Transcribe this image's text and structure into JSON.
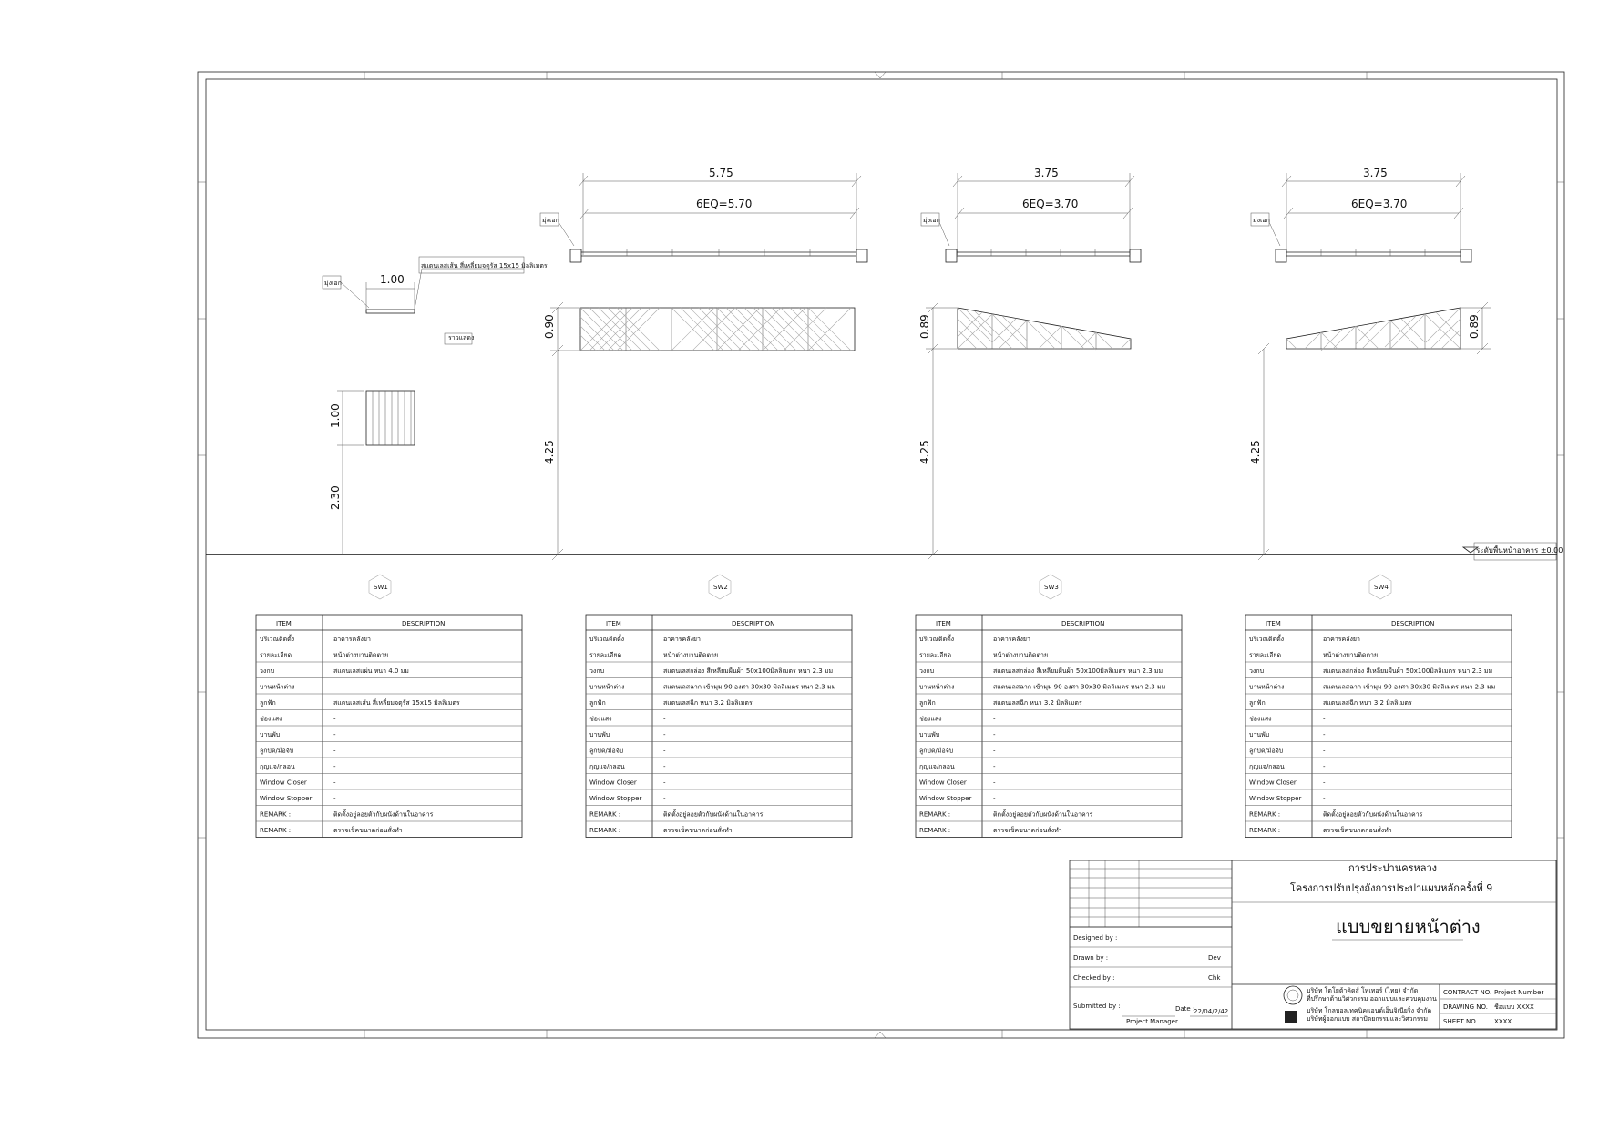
{
  "elevations": [
    {
      "tag": "SW1",
      "label_corner": "มุ่งเอก",
      "width_dim": "1.00",
      "callout": "สแตนเลสเส้น สี่เหลี่ยมจตุรัส 15x15 มิลลิเมตร",
      "side_label": "ราวแสดง",
      "height_dim": "1.00",
      "base_dim": "2.30"
    },
    {
      "tag": "SW2",
      "label_corner": "มุ่งเอก",
      "overall_dim": "5.75",
      "eq_dim": "6EQ=5.70",
      "height_dim": "0.90",
      "base_dim": "4.25"
    },
    {
      "tag": "SW3",
      "label_corner": "มุ่งเอก",
      "overall_dim": "3.75",
      "eq_dim": "6EQ=3.70",
      "height_dim": "0.89",
      "base_dim": "4.25"
    },
    {
      "tag": "SW4",
      "label_corner": "มุ่งเอก",
      "overall_dim": "3.75",
      "eq_dim": "6EQ=3.70",
      "height_dim": "0.89",
      "base_dim": "4.25"
    }
  ],
  "floor_level": "ระดับพื้นหน้าอาคาร ±0.00",
  "schedule_header": {
    "item": "ITEM",
    "description": "DESCRIPTION"
  },
  "schedule_items": [
    "บริเวณติดตั้ง",
    "รายละเอียด",
    "วงกบ",
    "บานหน้าต่าง",
    "ลูกฟัก",
    "ช่องแสง",
    "บานพับ",
    "ลูกบิด/มือจับ",
    "กุญแจ/กลอน",
    "Window Closer",
    "Window Stopper",
    "REMARK :",
    "REMARK :"
  ],
  "schedules": [
    {
      "values": [
        "อาคารคลังยา",
        "หน้าต่างบานติดตาย",
        "สแตนเลสแผ่น หนา 4.0 มม",
        "-",
        "สแตนเลสเส้น สี่เหลี่ยมจตุรัส 15x15 มิลลิเมตร",
        "-",
        "-",
        "-",
        "-",
        "-",
        "-",
        "ติดตั้งอยู่ลอยตัวกับผนังด้านในอาคาร",
        "ตรวจเช็คขนาดก่อนสั่งทำ"
      ]
    },
    {
      "values": [
        "อาคารคลังยา",
        "หน้าต่างบานติดตาย",
        "สแตนเลสกล่อง สี่เหลี่ยมผืนผ้า 50x100มิลลิเมตร หนา 2.3 มม",
        "สแตนเลสฉาก เข้ามุม 90 องศา 30x30 มิลลิเมตร หนา 2.3 มม",
        "สแตนเลสฉีก หนา 3.2 มิลลิเมตร",
        "-",
        "-",
        "-",
        "-",
        "-",
        "-",
        "ติดตั้งอยู่ลอยตัวกับผนังด้านในอาคาร",
        "ตรวจเช็คขนาดก่อนสั่งทำ"
      ]
    },
    {
      "values": [
        "อาคารคลังยา",
        "หน้าต่างบานติดตาย",
        "สแตนเลสกล่อง สี่เหลี่ยมผืนผ้า 50x100มิลลิเมตร หนา 2.3 มม",
        "สแตนเลสฉาก เข้ามุม 90 องศา 30x30 มิลลิเมตร หนา 2.3 มม",
        "สแตนเลสฉีก หนา 3.2 มิลลิเมตร",
        "-",
        "-",
        "-",
        "-",
        "-",
        "-",
        "ติดตั้งอยู่ลอยตัวกับผนังด้านในอาคาร",
        "ตรวจเช็คขนาดก่อนสั่งทำ"
      ]
    },
    {
      "values": [
        "อาคารคลังยา",
        "หน้าต่างบานติดตาย",
        "สแตนเลสกล่อง สี่เหลี่ยมผืนผ้า 50x100มิลลิเมตร หนา 2.3 มม",
        "สแตนเลสฉาก เข้ามุม 90 องศา 30x30 มิลลิเมตร หนา 2.3 มม",
        "สแตนเลสฉีก หนา 3.2 มิลลิเมตร",
        "-",
        "-",
        "-",
        "-",
        "-",
        "-",
        "ติดตั้งอยู่ลอยตัวกับผนังด้านในอาคาร",
        "ตรวจเช็คขนาดก่อนสั่งทำ"
      ]
    }
  ],
  "title_block": {
    "client": "การประปานครหลวง",
    "project": "โครงการปรับปรุงถังการประปาแผนหลักครั้งที่ 9",
    "drawing_title": "แบบขยายหน้าต่าง",
    "designed_by_label": "Designed by :",
    "drawn_by_label": "Drawn by :",
    "drawn_by_value": "Dev",
    "checked_by_label": "Checked by :",
    "checked_by_value": "Chk",
    "submitted_by_label": "Submitted by :",
    "date_label": "Date :",
    "date_value": "22/04/2/42",
    "project_manager_label": "Project Manager",
    "company_line_1": "บริษัท โตโยต้าคิดส์ โทเทอร์ (ไทย) จำกัด",
    "company_line_2": "ที่ปรึกษาด้านวิศวกรรม ออกแบบและควบคุมงาน",
    "company_line_3": "บริษัท โกลบอลเทคนิคแอนด์เอ็นจิเนียริ่ง จำกัด",
    "company_line_4": "บริษัทผู้ออกแบบ สถาปัตยกรรมและวิศวกรรม",
    "contract_label": "CONTRACT NO.",
    "contract_value": "Project Number",
    "drawing_no_label": "DRAWING NO.",
    "drawing_no_value": "ชื่อแบบ    XXXX",
    "sheet_no_label": "SHEET NO.",
    "sheet_no_value": "XXXX"
  }
}
